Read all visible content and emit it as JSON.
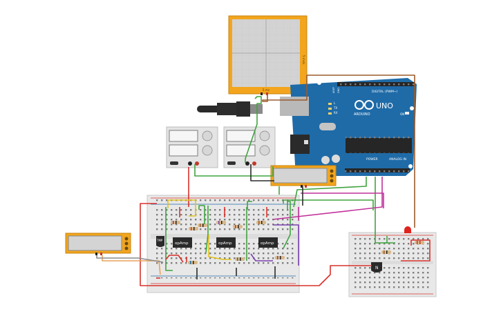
{
  "arduino": {
    "brand": "ARDUINO",
    "model": "UNO",
    "digital_header": "DIGITAL (PWM~)",
    "power_header": "POWER",
    "analog_header": "ANALOG IN",
    "pin_aref": "AREF",
    "pin_gnd": "GND",
    "led_l": "L",
    "led_tx": "TX",
    "led_rx": "RX",
    "on_label": "ON"
  },
  "oscilloscope": {
    "side_label": "5 ms/s",
    "time_label": "5 ms"
  },
  "breadboard_main": {
    "chip_labels": [
      "opAmp",
      "opAmp",
      "opAmp"
    ],
    "sensor_label": "TMP"
  },
  "transistor": {
    "label": "N"
  },
  "colors": {
    "arduino_blue": "#1f6ba8",
    "wire_green": "#3fa33f",
    "wire_red": "#d8302a",
    "wire_magenta": "#c0309a",
    "wire_yellow": "#e2c21c",
    "wire_purple": "#7a3fb0",
    "wire_brown": "#9a5a2a",
    "wire_black": "#2a2a2a",
    "device_orange": "#f2a51d"
  }
}
